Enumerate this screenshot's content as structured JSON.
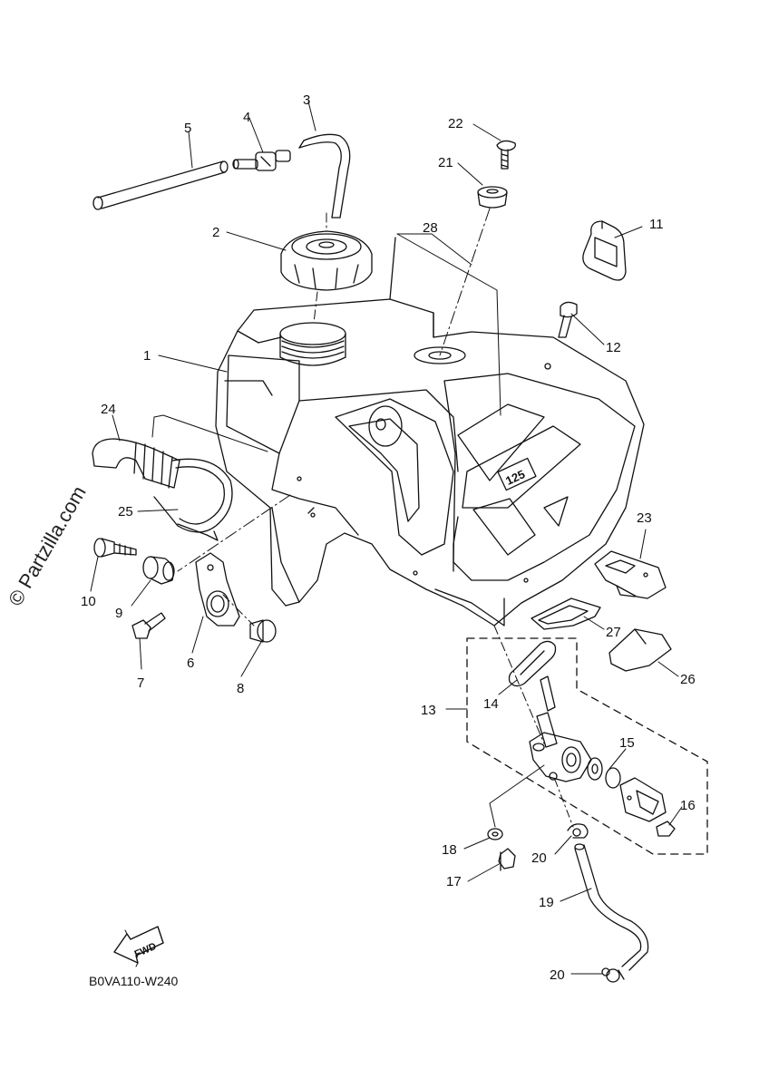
{
  "watermark": "© Partzilla.com",
  "diagram_code": "B0VA110-W240",
  "fwd_label": "FWD",
  "tank_emblem": "125",
  "callouts": [
    {
      "id": "1",
      "label": "1"
    },
    {
      "id": "2",
      "label": "2"
    },
    {
      "id": "3",
      "label": "3"
    },
    {
      "id": "4",
      "label": "4"
    },
    {
      "id": "5",
      "label": "5"
    },
    {
      "id": "6",
      "label": "6"
    },
    {
      "id": "7",
      "label": "7"
    },
    {
      "id": "8",
      "label": "8"
    },
    {
      "id": "9",
      "label": "9"
    },
    {
      "id": "10",
      "label": "10"
    },
    {
      "id": "11",
      "label": "11"
    },
    {
      "id": "12",
      "label": "12"
    },
    {
      "id": "13",
      "label": "13"
    },
    {
      "id": "14",
      "label": "14"
    },
    {
      "id": "15",
      "label": "15"
    },
    {
      "id": "16",
      "label": "16"
    },
    {
      "id": "17",
      "label": "17"
    },
    {
      "id": "18",
      "label": "18"
    },
    {
      "id": "19",
      "label": "19"
    },
    {
      "id": "20a",
      "label": "20"
    },
    {
      "id": "20b",
      "label": "20"
    },
    {
      "id": "21",
      "label": "21"
    },
    {
      "id": "22",
      "label": "22"
    },
    {
      "id": "23",
      "label": "23"
    },
    {
      "id": "24",
      "label": "24"
    },
    {
      "id": "25",
      "label": "25"
    },
    {
      "id": "26",
      "label": "26"
    },
    {
      "id": "27",
      "label": "27"
    },
    {
      "id": "28",
      "label": "28"
    }
  ]
}
